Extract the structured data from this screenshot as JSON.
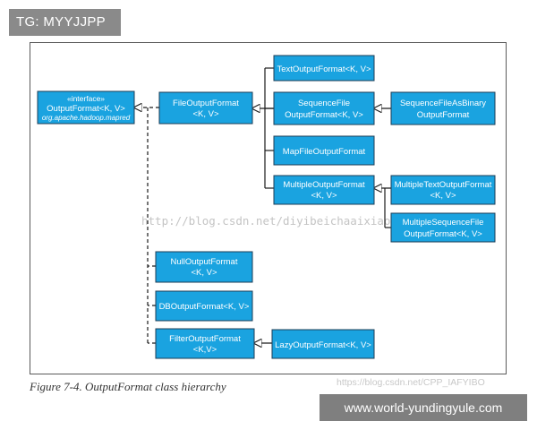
{
  "top_tag": "TG: MYYJJPP",
  "caption": "Figure 7-4. OutputFormat class hierarchy",
  "bottom_site": "www.world-yundingyule.com",
  "watermark_main": "http://blog.csdn.net/diyibeichaaixiao",
  "watermark_corner": "https://blog.csdn.net/CPP_IAFYIBO",
  "colors": {
    "node_fill": "#1aa3e0",
    "node_stroke": "#1d3d56",
    "line": "#1a1a1a"
  },
  "nodes": {
    "output_format": {
      "line1": "«interface»",
      "line2": "OutputFormat<K, V>",
      "line3": "org.apache.hadoop.mapred"
    },
    "file_output_format": {
      "line1": "FileOutputFormat",
      "line2": "<K, V>"
    },
    "text_output_format": {
      "line1": "TextOutputFormat<K, V>"
    },
    "sequence_file_output_format": {
      "line1": "SequenceFile",
      "line2": "OutputFormat<K, V>"
    },
    "sequence_file_as_binary": {
      "line1": "SequenceFileAsBinary",
      "line2": "OutputFormat"
    },
    "map_file_output_format": {
      "line1": "MapFileOutputFormat"
    },
    "multiple_output_format": {
      "line1": "MultipleOutputFormat",
      "line2": "<K, V>"
    },
    "multiple_text_output_format": {
      "line1": "MultipleTextOutputFormat",
      "line2": "<K, V>"
    },
    "multiple_sequence_file": {
      "line1": "MultipleSequenceFile",
      "line2": "OutputFormat<K, V>"
    },
    "null_output_format": {
      "line1": "NullOutputFormat",
      "line2": "<K, V>"
    },
    "db_output_format": {
      "line1": "DBOutputFormat<K, V>"
    },
    "filter_output_format": {
      "line1": "FilterOutputFormat",
      "line2": "<K,V>"
    },
    "lazy_output_format": {
      "line1": "LazyOutputFormat<K, V>"
    }
  }
}
